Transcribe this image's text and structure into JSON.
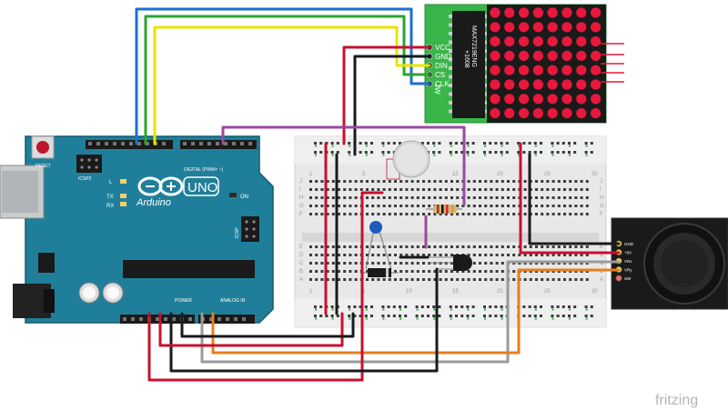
{
  "arduino": {
    "brand_script": "Arduino",
    "model": "UNO",
    "reset_label": "RESET",
    "icsp2_label": "ICSP2",
    "icsp_label": "ICSP",
    "digital_label": "DIGITAL (PWM= ~)",
    "power_label": "POWER",
    "analog_label": "ANALOG IN",
    "led_l": "L",
    "led_tx": "TX",
    "led_rx": "RX",
    "on_label": "ON"
  },
  "led_matrix_module": {
    "chip_label": "MAX7219ENG",
    "chip_code": "+1608",
    "pins": [
      "VCC",
      "GND",
      "DIN",
      "CS",
      "CLK"
    ],
    "rows": 8,
    "cols": 8,
    "board_color": "#39b54a",
    "led_color": "#e8183d"
  },
  "breadboard": {
    "column_numbers": [
      "1",
      "5",
      "10",
      "15",
      "20",
      "25",
      "30"
    ],
    "row_letters_top": [
      "J",
      "I",
      "H",
      "G",
      "F"
    ],
    "row_letters_bottom": [
      "E",
      "D",
      "C",
      "B",
      "A"
    ]
  },
  "joystick": {
    "pins": [
      "GND",
      "+5V",
      "VRx",
      "VRy",
      "SW"
    ]
  },
  "wire_colors": {
    "blue": "#1e6fd1",
    "green": "#2aa52a",
    "yellow": "#e6e600",
    "red": "#c8102e",
    "black": "#1a1a1a",
    "purple": "#9a4aa0",
    "orange": "#e87d1a",
    "gray": "#9a9a9a"
  },
  "watermark": "fritzing"
}
